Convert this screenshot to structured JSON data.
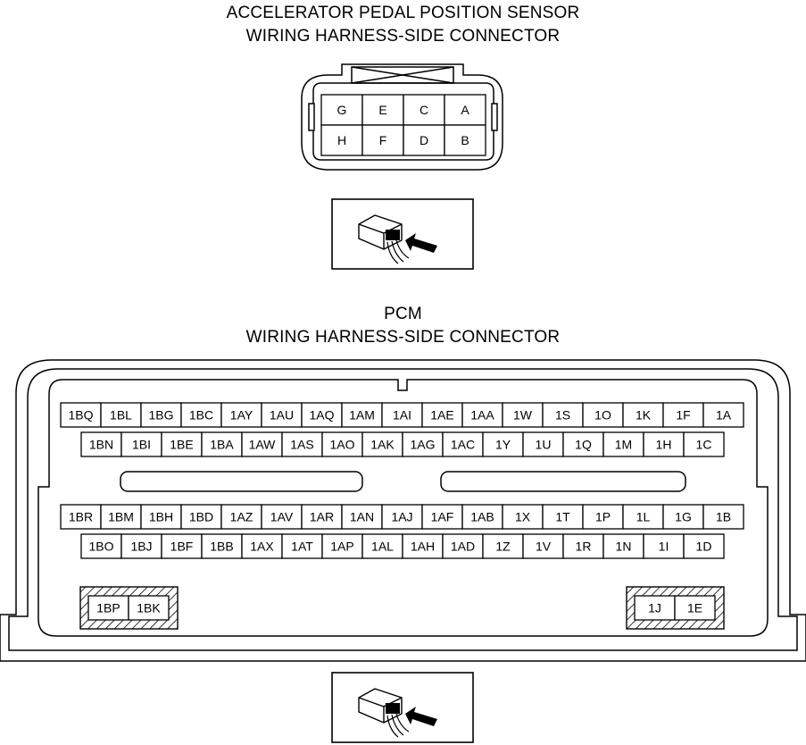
{
  "app_title": {
    "line1": "ACCELERATOR PEDAL POSITION SENSOR",
    "line2": "WIRING HARNESS-SIDE CONNECTOR"
  },
  "pcm_title": {
    "line1": "PCM",
    "line2": "WIRING HARNESS-SIDE CONNECTOR"
  },
  "app_connector": {
    "row1": [
      "G",
      "E",
      "C",
      "A"
    ],
    "row2": [
      "H",
      "F",
      "D",
      "B"
    ]
  },
  "pcm_connector": {
    "upper_row1": [
      "1BQ",
      "1BL",
      "1BG",
      "1BC",
      "1AY",
      "1AU",
      "1AQ",
      "1AM",
      "1AI",
      "1AE",
      "1AA",
      "1W",
      "1S",
      "1O",
      "1K",
      "1F",
      "1A"
    ],
    "upper_row2": [
      "1BN",
      "1BI",
      "1BE",
      "1BA",
      "1AW",
      "1AS",
      "1AO",
      "1AK",
      "1AG",
      "1AC",
      "1Y",
      "1U",
      "1Q",
      "1M",
      "1H",
      "1C"
    ],
    "lower_row1": [
      "1BR",
      "1BM",
      "1BH",
      "1BD",
      "1AZ",
      "1AV",
      "1AR",
      "1AN",
      "1AJ",
      "1AF",
      "1AB",
      "1X",
      "1T",
      "1P",
      "1L",
      "1G",
      "1B"
    ],
    "lower_row2": [
      "1BO",
      "1BJ",
      "1BF",
      "1BB",
      "1AX",
      "1AT",
      "1AP",
      "1AL",
      "1AH",
      "1AD",
      "1Z",
      "1V",
      "1R",
      "1N",
      "1I",
      "1D"
    ],
    "left_pair": [
      "1BP",
      "1BK"
    ],
    "right_pair": [
      "1J",
      "1E"
    ]
  },
  "icons": [
    "connector-view-icon",
    "connector-view-icon"
  ]
}
